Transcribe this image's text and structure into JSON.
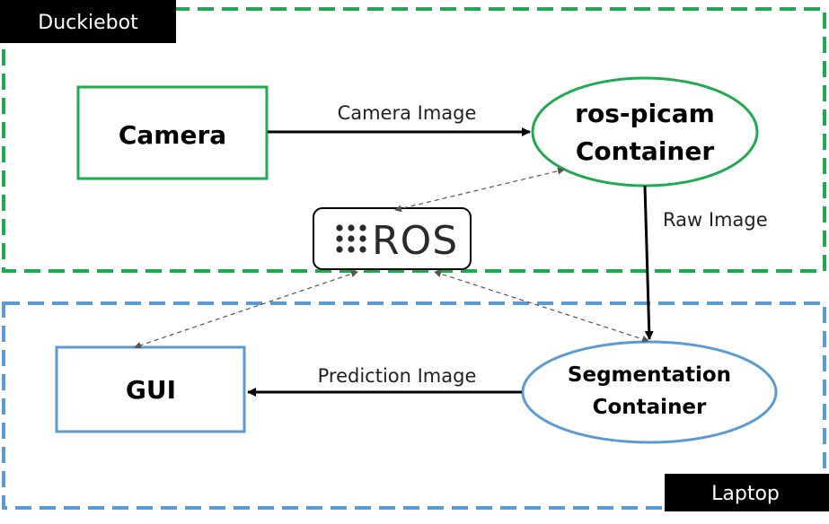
{
  "regions": {
    "duckiebot": {
      "label": "Duckiebot",
      "color": "#1faa50"
    },
    "laptop": {
      "label": "Laptop",
      "color": "#5b9bd5"
    }
  },
  "nodes": {
    "camera": {
      "label": "Camera"
    },
    "picam": {
      "line1": "ros-picam",
      "line2": "Container"
    },
    "ros": {
      "label": "ROS",
      "icon": "ros-dots-icon"
    },
    "gui": {
      "label": "GUI"
    },
    "segmentation": {
      "line1": "Segmentation",
      "line2": "Container"
    }
  },
  "edges": {
    "camera_image": "Camera Image",
    "raw_image": "Raw Image",
    "prediction_image": "Prediction Image"
  }
}
